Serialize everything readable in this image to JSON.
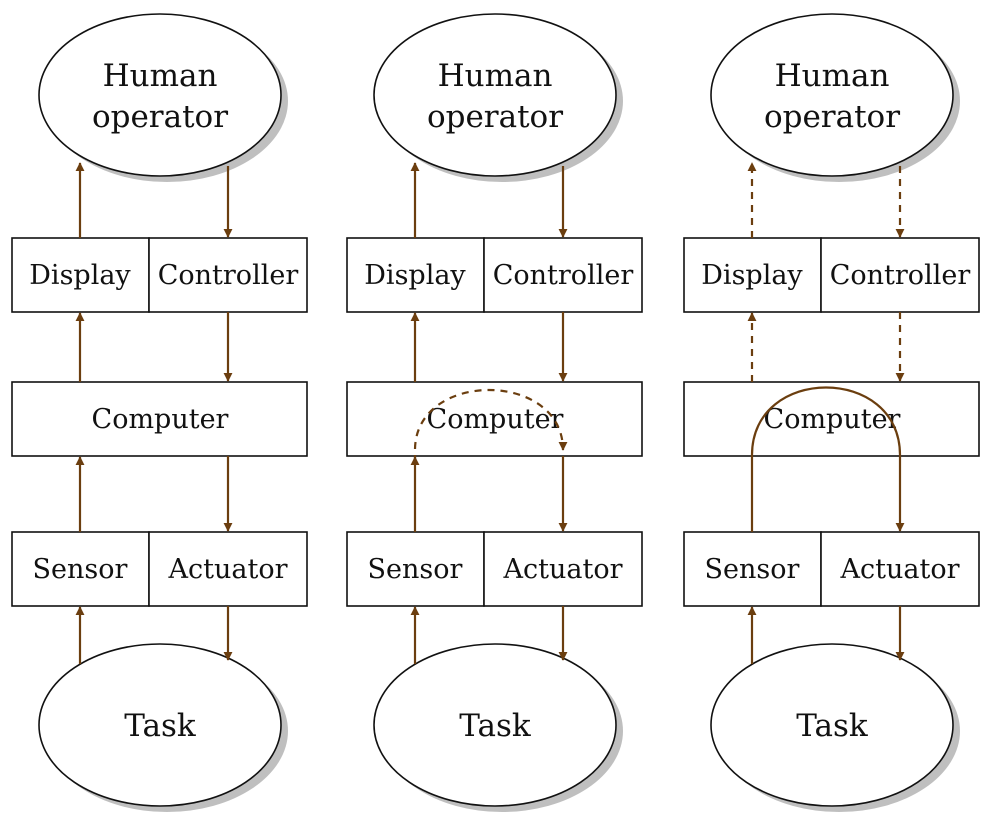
{
  "colors": {
    "arrow": "#6b3e0f",
    "outline": "#111111",
    "shadow": "#8a8a8a"
  },
  "labels": {
    "human_operator_line1": "Human",
    "human_operator_line2": "operator",
    "display": "Display",
    "controller": "Controller",
    "computer": "Computer",
    "sensor": "Sensor",
    "actuator": "Actuator",
    "task": "Task"
  },
  "panels": [
    {
      "id": "manual-control",
      "loop_style": "none",
      "operator_links": "solid"
    },
    {
      "id": "supervisory-control",
      "loop_style": "dashed",
      "operator_links": "solid"
    },
    {
      "id": "fully-automatic-control",
      "loop_style": "solid",
      "operator_links": "dashed"
    }
  ]
}
